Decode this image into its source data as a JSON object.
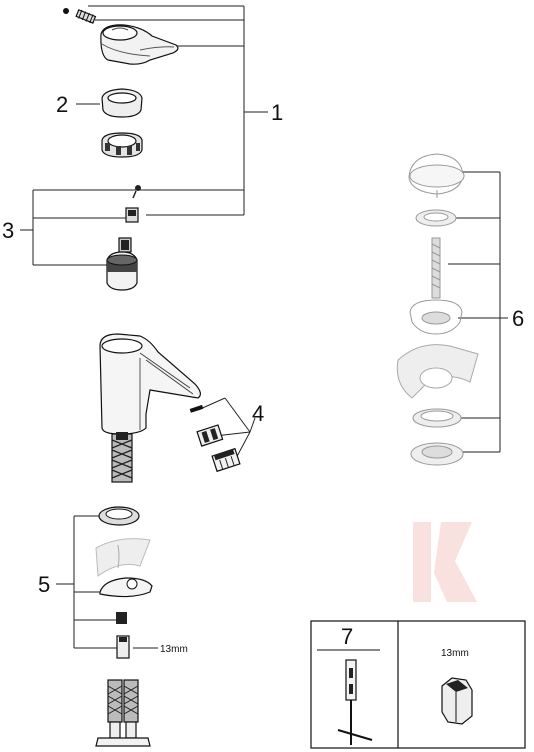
{
  "callouts": {
    "c1": "1",
    "c2": "2",
    "c3": "3",
    "c4": "4",
    "c5": "5",
    "c6": "6",
    "c7": "7"
  },
  "dimension_labels": {
    "nut_size": "13mm",
    "box_nut_size": "13mm"
  },
  "colors": {
    "line": "#222222",
    "part_dark": "#222222",
    "part_light": "#e6e6e6",
    "waste_grey": "#b3b3b3",
    "watermark": "#f6d7d4"
  },
  "watermark": "K"
}
